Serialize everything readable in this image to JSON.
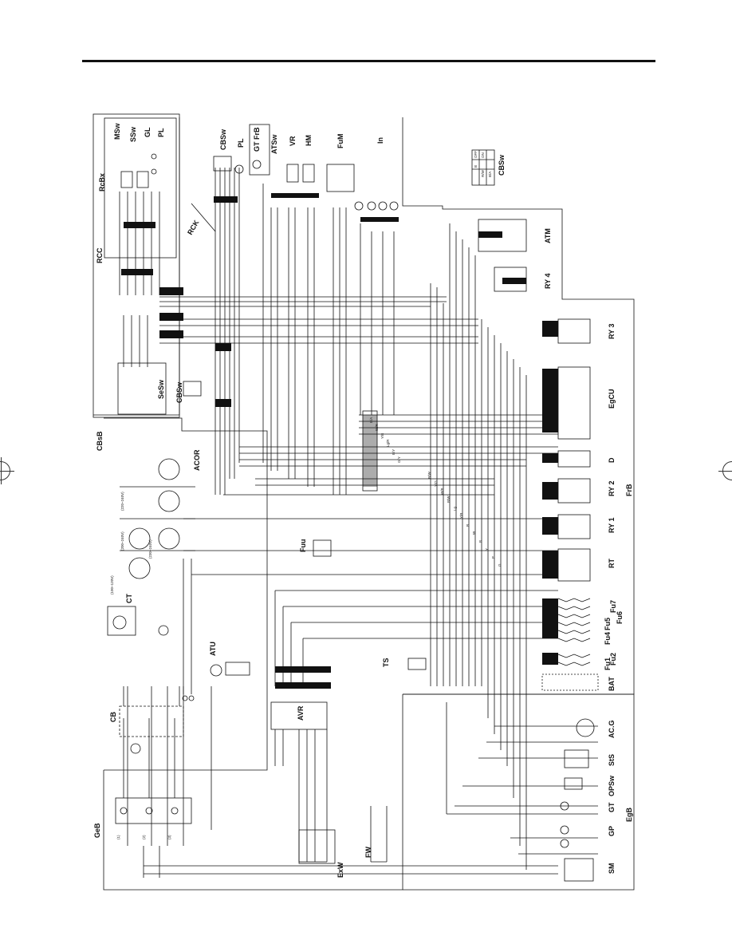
{
  "labels": {
    "rcc": "RCC",
    "rcbx": "RcBx",
    "msw": "MSw",
    "ssw": "SSw",
    "gl": "GL",
    "pl_remote": "PL",
    "rck": "RCK",
    "cbsw_top": "CBSw",
    "pl": "PL",
    "gt_frb": "GT FrB",
    "atsw": "ATSw",
    "vr": "VR",
    "hm": "HM",
    "fum": "FuM",
    "in": "In",
    "cbsw_legend": "CBSw",
    "atm": "ATM",
    "ry4": "RY 4",
    "ry3": "RY 3",
    "egcu": "EgCU",
    "d": "D",
    "ry2": "RY 2",
    "frb": "FrB",
    "ry1": "RY 1",
    "rt": "RT",
    "fu7": "Fu7",
    "fu6": "Fu6",
    "fu5": "Fu5",
    "fu4": "Fu4",
    "fu2": "Fu2",
    "fu1": "Fu1",
    "bat": "BAT",
    "acg": "AC.G",
    "sts": "StS",
    "opsw": "OPSw",
    "gt": "GT",
    "egb": "EgB",
    "gp": "GP",
    "sm": "SM",
    "sesw": "SeSw",
    "cbsw_mid": "CBSw",
    "cbsb": "CBsB",
    "acor": "ACOR",
    "ct": "CT",
    "fuu": "Fuu",
    "atu": "ATU",
    "ts": "TS",
    "cb": "CB",
    "avr": "AVR",
    "geb": "GeB",
    "exw": "ExW",
    "fw": "FW"
  },
  "wire_codes": [
    "B/A",
    "W/R",
    "Y/B",
    "Lg/R",
    "B/Y",
    "G/Y",
    "R/W",
    "Y/G",
    "W/B",
    "B/W",
    "Lg",
    "Y/R",
    "R",
    "W",
    "B",
    "Y",
    "P",
    "G"
  ],
  "cbsw_legend": [
    "OFF",
    "ON",
    "B",
    "R/W",
    "B/A"
  ],
  "terminals": [
    "(1)",
    "(2)",
    "(3)"
  ],
  "acor_ratings": [
    "(100~120V)",
    "(200~240V)",
    "(220~240V)",
    "(230~240V)"
  ],
  "colors": {
    "ink": "#111111",
    "paper": "#ffffff"
  }
}
